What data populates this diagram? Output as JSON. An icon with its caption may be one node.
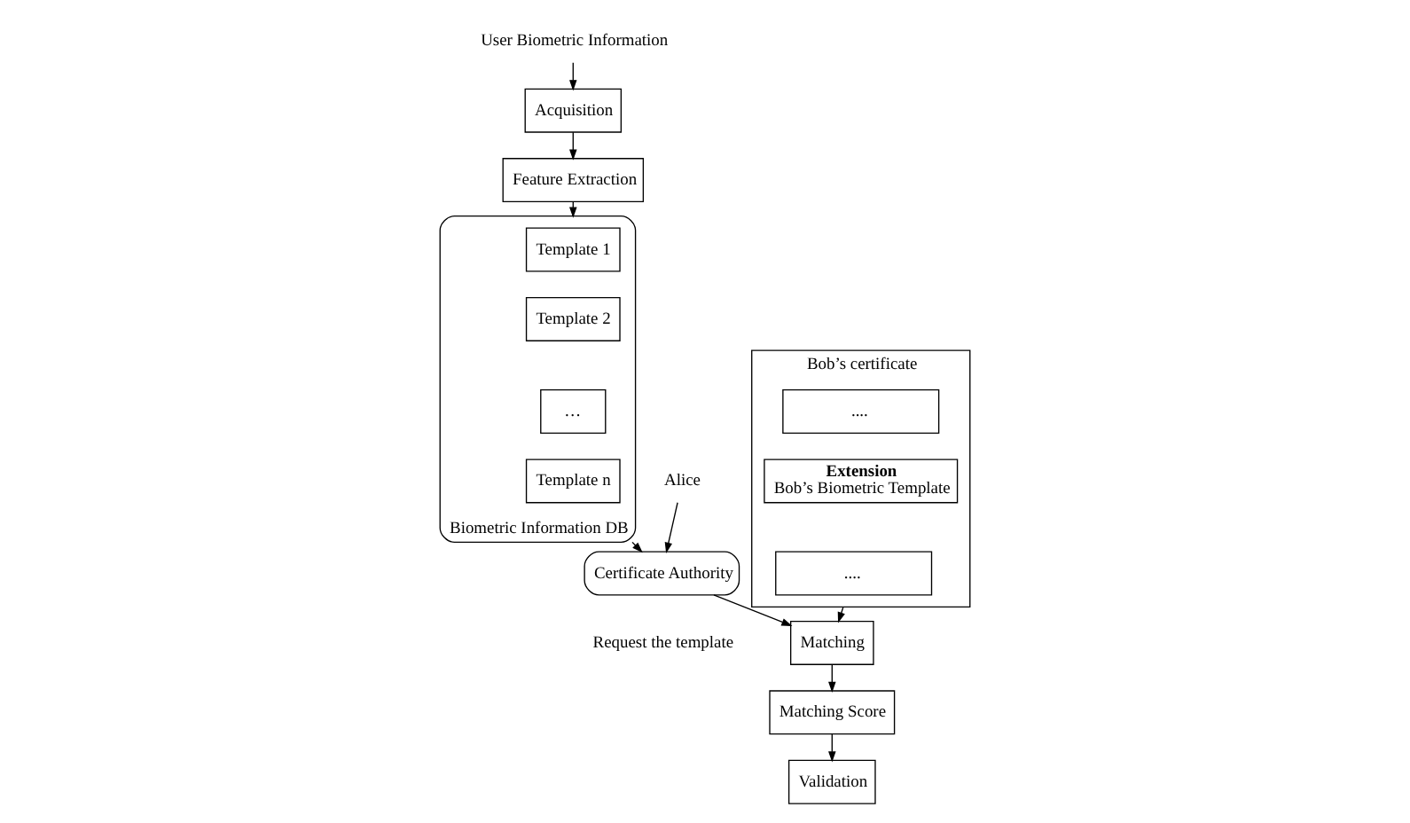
{
  "diagram": {
    "nodes": [
      {
        "text": [
          "User Biometric Information"
        ]
      },
      {
        "text": [
          "Acquisition"
        ]
      },
      {
        "text": [
          "Feature Extraction"
        ]
      },
      {
        "text": [
          "Biometric Information DB"
        ]
      },
      {
        "text": [
          "Template 1"
        ],
        "in": 3
      },
      {
        "text": [
          "Template 2"
        ],
        "in": 3
      },
      {
        "text": [
          "…"
        ],
        "in": 3
      },
      {
        "text": [
          "Template n"
        ],
        "in": 3
      },
      {
        "text": [
          "Bob’s certificate"
        ]
      },
      {
        "text": [
          "...."
        ],
        "in": 8
      },
      {
        "text": [
          "Extension",
          "Bob’s Biometric Template"
        ],
        "in": 8
      },
      {
        "text": [
          "...."
        ],
        "in": 8
      },
      {
        "text": [
          "Certificate Authority"
        ]
      },
      {
        "text": [
          "Alice"
        ]
      },
      {
        "text": [
          "Matching"
        ]
      },
      {
        "text": [
          "Matching Score"
        ]
      },
      {
        "text": [
          "Validation"
        ]
      }
    ],
    "edges": [
      {
        "from": 0,
        "to": 1,
        "arrow": "to"
      },
      {
        "from": 1,
        "to": 2,
        "arrow": "to"
      },
      {
        "from": 2,
        "to": 3,
        "arrow": "to"
      },
      {
        "from": 3,
        "to": 12,
        "arrow": "to"
      },
      {
        "from": 13,
        "to": 12,
        "arrow": "to"
      },
      {
        "from": 12,
        "to": 14,
        "arrow": "to"
      },
      {
        "from": 8,
        "to": 14,
        "arrow": "to"
      },
      {
        "from": 14,
        "to": 15,
        "arrow": "to"
      },
      {
        "from": 15,
        "to": 16,
        "arrow": "to"
      }
    ],
    "labels": [
      "Request the template"
    ]
  }
}
